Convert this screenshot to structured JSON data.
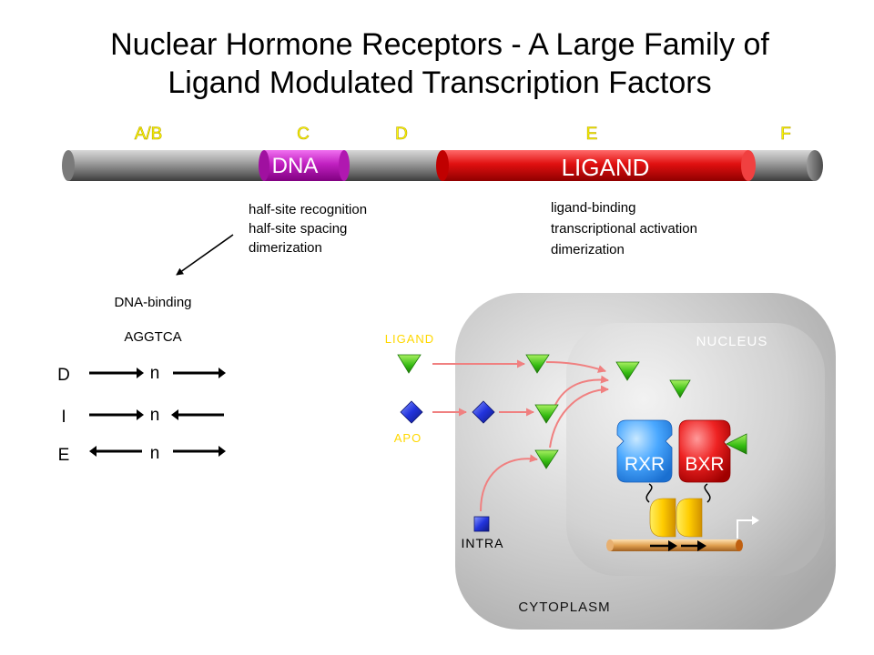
{
  "title": {
    "line1": "Nuclear Hormone Receptors - A Large Family of",
    "line2": "Ligand Modulated Transcription Factors"
  },
  "domains": {
    "ab": "A/B",
    "c": "C",
    "d": "D",
    "e": "E",
    "f": "F"
  },
  "regions": {
    "dna": "DNA",
    "ligand": "LIGAND"
  },
  "dna_functions": [
    "half-site recognition",
    "half-site spacing",
    "dimerization"
  ],
  "ligand_functions": [
    "ligand-binding",
    "transcriptional activation",
    "dimerization"
  ],
  "binding": {
    "title": "DNA-binding",
    "sequence": "AGGTCA",
    "rows": [
      {
        "label": "D",
        "spacer": "n"
      },
      {
        "label": "I",
        "spacer": "n"
      },
      {
        "label": "E",
        "spacer": "n"
      }
    ]
  },
  "cell": {
    "ligand_label": "LIGAND",
    "apo_label": "APO",
    "intra_label": "INTRA",
    "nucleus_label": "NUCLEUS",
    "cytoplasm_label": "CYTOPLASM",
    "rxr_label": "RXR",
    "bxr_label": "BXR"
  },
  "colors": {
    "rod_gray": "#8c8c8c",
    "dna_magenta": "#c020c0",
    "ligand_red": "#dd1111",
    "domain_yellow": "#ffff00",
    "ligand_triangle_green": "#33bb11",
    "apo_blue": "#2233dd",
    "rxr_blue": "#4aa8ff",
    "bxr_red": "#ee2222",
    "arrow_pink": "#f08080",
    "dimer_yellow": "#ffcc00"
  }
}
